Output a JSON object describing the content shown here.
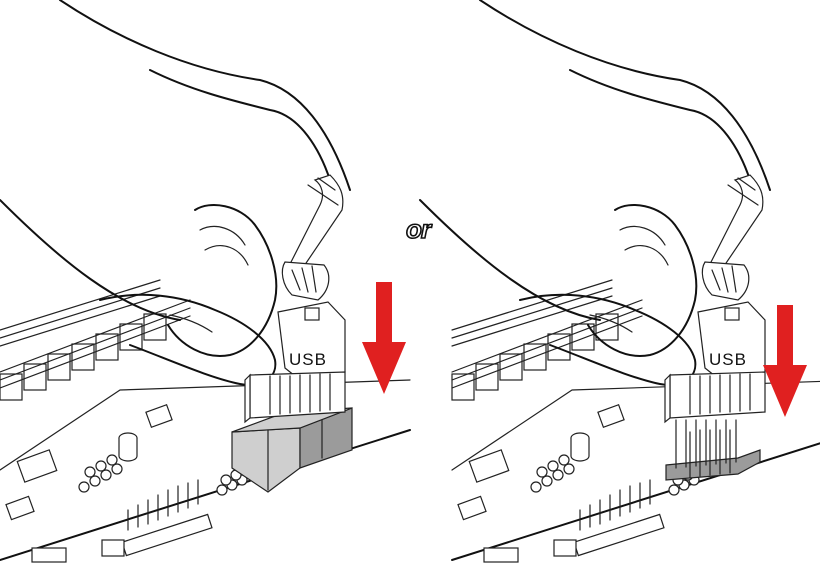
{
  "divider_text": "or",
  "panels": [
    {
      "id": "left",
      "connector_label": "USB",
      "arrow_color": "#e02020",
      "header_style": "shrouded header"
    },
    {
      "id": "right",
      "connector_label": "USB",
      "arrow_color": "#e02020",
      "header_style": "pin header"
    }
  ]
}
